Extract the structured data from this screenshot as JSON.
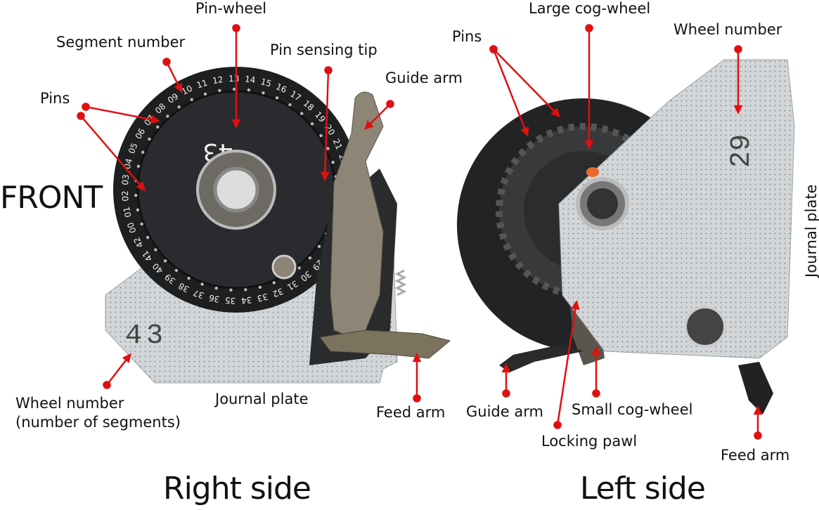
{
  "right_view": {
    "side_label": "Right side",
    "face_label": "FRONT",
    "wheel_number_on_wheel": "43",
    "wheel_number_on_plate": "43",
    "segment_count": 43,
    "labels": {
      "pin_wheel": "Pin-wheel",
      "segment_number": "Segment number",
      "pins": "Pins",
      "pin_sensing_tip": "Pin sensing tip",
      "guide_arm": "Guide arm",
      "wheel_number_line1": "Wheel number",
      "wheel_number_line2": "(number of segments)",
      "journal_plate": "Journal plate",
      "feed_arm": "Feed arm"
    }
  },
  "left_view": {
    "side_label": "Left side",
    "wheel_number_on_plate": "29",
    "labels": {
      "large_cog_wheel": "Large cog-wheel",
      "pins": "Pins",
      "wheel_number": "Wheel number",
      "journal_plate": "Journal plate",
      "guide_arm": "Guide arm",
      "small_cog_wheel": "Small cog-wheel",
      "locking_pawl": "Locking pawl",
      "feed_arm": "Feed arm"
    }
  },
  "colors": {
    "callout": "#e01010",
    "plate": "#cfd2d4",
    "wheel": "#1e1f21",
    "brass": "#8a8170"
  }
}
